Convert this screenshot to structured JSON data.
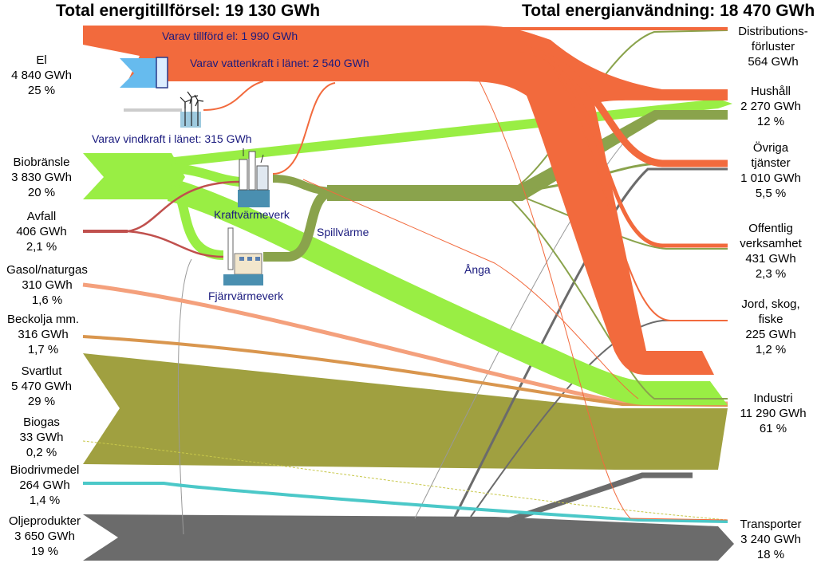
{
  "header": {
    "supply_title": "Total energitillförsel: 19 130 GWh",
    "use_title": "Total energianvändning: 18 470 GWh"
  },
  "colors": {
    "el": "#f26a3d",
    "hydro": "#66bbee",
    "bio": "#99ee44",
    "avfall": "#c0504d",
    "gasol": "#f4a07c",
    "beckolja": "#d9964e",
    "svartlut": "#a0a040",
    "biogas": "#c8c84a",
    "biodrivmedel": "#4bc8c8",
    "olja": "#6b6b6b",
    "district_heat": "#8aa34c",
    "annotation": "#1a1a7e"
  },
  "supply": [
    {
      "name": "El",
      "value": "4 840 GWh",
      "share": "25 %"
    },
    {
      "name": "Biobränsle",
      "value": "3 830 GWh",
      "share": "20 %"
    },
    {
      "name": "Avfall",
      "value": "406 GWh",
      "share": "2,1 %"
    },
    {
      "name": "Gasol/naturgas",
      "value": "310 GWh",
      "share": "1,6 %"
    },
    {
      "name": "Beckolja mm.",
      "value": "316 GWh",
      "share": "1,7 %"
    },
    {
      "name": "Svartlut",
      "value": "5 470 GWh",
      "share": "29 %"
    },
    {
      "name": "Biogas",
      "value": "33 GWh",
      "share": "0,2 %"
    },
    {
      "name": "Biodrivmedel",
      "value": "264 GWh",
      "share": "1,4 %"
    },
    {
      "name": "Oljeprodukter",
      "value": "3 650 GWh",
      "share": "19 %"
    }
  ],
  "use": [
    {
      "name": "Distributions-förluster",
      "line1": "Distributions-",
      "line2": "förluster",
      "value": "564 GWh"
    },
    {
      "name": "Hushåll",
      "line1": "Hushåll",
      "value": "2 270 GWh",
      "share": "12 %"
    },
    {
      "name": "Övriga tjänster",
      "line1": "Övriga",
      "line2": "tjänster",
      "value": "1 010 GWh",
      "share": "5,5 %"
    },
    {
      "name": "Offentlig verksamhet",
      "line1": "Offentlig",
      "line2": "verksamhet",
      "value": "431 GWh",
      "share": "2,3 %"
    },
    {
      "name": "Jord, skog, fiske",
      "line1": "Jord, skog,",
      "line2": "fiske",
      "value": "225 GWh",
      "share": "1,2 %"
    },
    {
      "name": "Industri",
      "line1": "Industri",
      "value": "11 290 GWh",
      "share": "61 %"
    },
    {
      "name": "Transporter",
      "line1": "Transporter",
      "value": "3 240 GWh",
      "share": "18 %"
    }
  ],
  "annotations": {
    "el_import": "Varav tillförd el: 1 990 GWh",
    "hydro": "Varav vattenkraft i länet: 2 540 GWh",
    "wind": "Varav vindkraft i länet: 315 GWh",
    "chp": "Kraftvärmeverk",
    "district_heating_plant": "Fjärrvärmeverk",
    "waste_heat": "Spillvärme",
    "steam": "Ånga"
  },
  "icons": {
    "dam": "hydro-dam-icon",
    "wind": "wind-turbine-icon",
    "chp": "power-plant-icon",
    "dh": "district-heating-plant-icon"
  }
}
